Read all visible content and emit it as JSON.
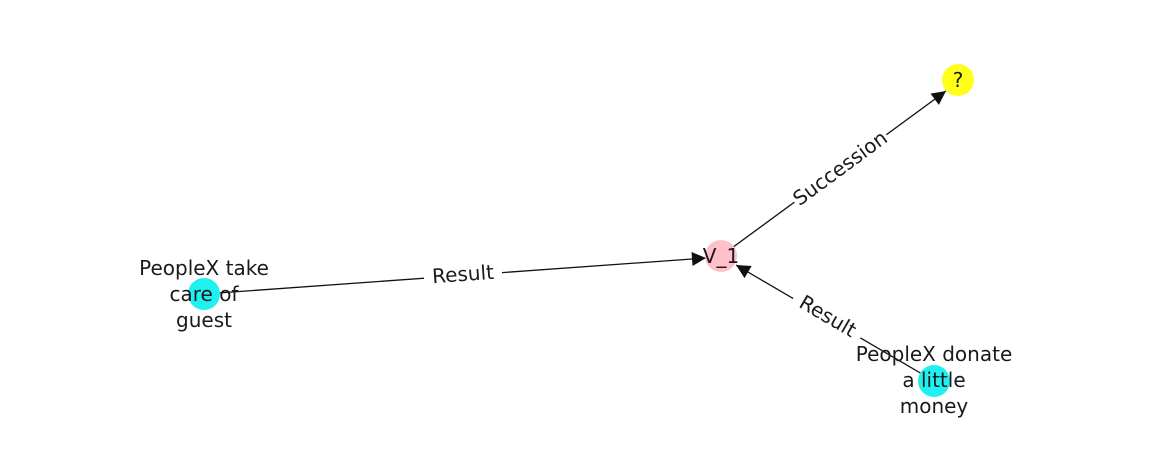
{
  "nodes": {
    "v1": {
      "label": "V_1",
      "color": "#ffc0cb"
    },
    "question": {
      "label": "?",
      "color": "#ffff1a"
    },
    "care": {
      "lines": [
        "PeopleX take",
        "care of",
        "guest"
      ],
      "color": "#1ff0f0"
    },
    "donate": {
      "lines": [
        "PeopleX donate",
        "a little",
        "money"
      ],
      "color": "#1ff0f0"
    }
  },
  "edges": {
    "care_to_v1": {
      "label": "Result"
    },
    "v1_to_question": {
      "label": "Succession"
    },
    "donate_to_v1": {
      "label": "Result"
    }
  },
  "colors": {
    "edge": "#111111",
    "text": "#1a1a1a",
    "background": "#ffffff"
  }
}
